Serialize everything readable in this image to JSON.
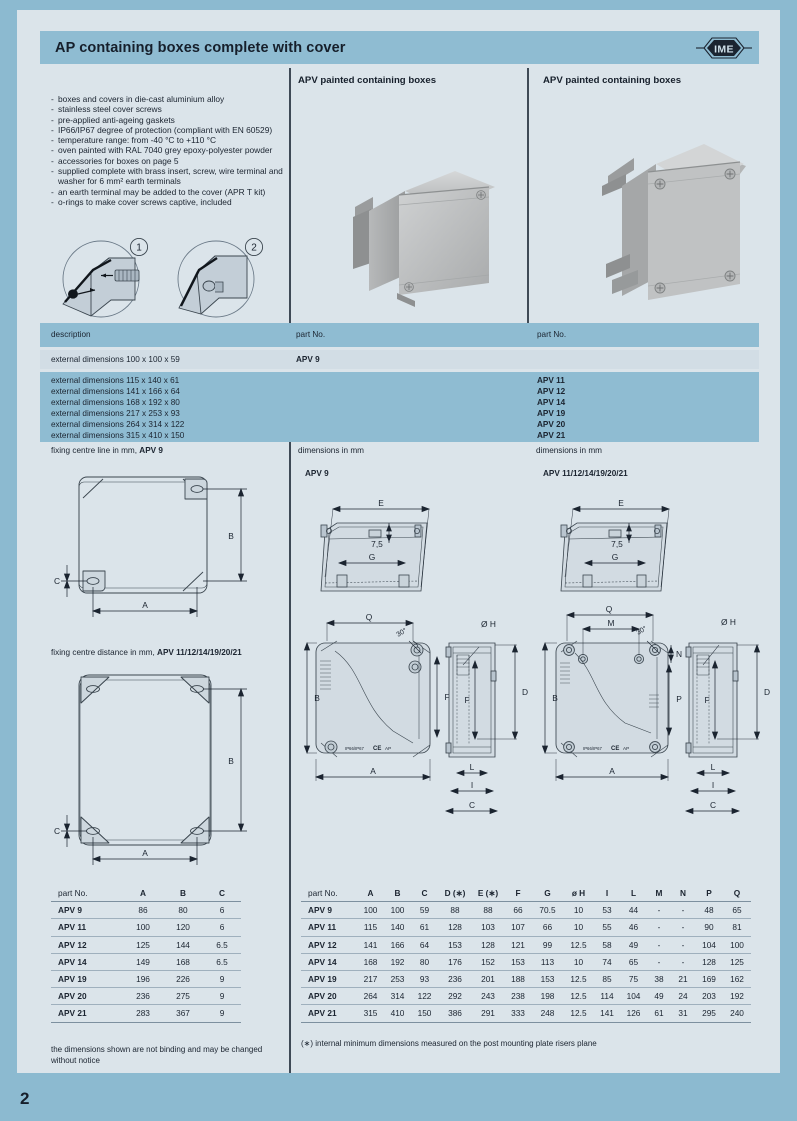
{
  "header": {
    "title": "AP containing boxes complete with cover",
    "logo_text": "IME"
  },
  "specs": [
    {
      "text": "boxes and covers in die-cast aluminium alloy",
      "justify": false
    },
    {
      "text": "stainless steel cover screws",
      "justify": false
    },
    {
      "text": "pre-applied anti-ageing gaskets",
      "justify": false
    },
    {
      "text": "IP66/IP67 degree of protection (compliant with EN 60529)",
      "justify": true
    },
    {
      "text": "temperature range: from -40 °C to +110 °C",
      "justify": false
    },
    {
      "text": "oven painted with RAL 7040 grey epoxy-polyester powder",
      "justify": true
    },
    {
      "text": "accessories for boxes on page 5",
      "justify": false
    },
    {
      "text": "supplied complete with brass insert, screw, wire terminal and washer for 6 mm² earth terminals",
      "justify": false
    },
    {
      "text": "an earth terminal may be added to the cover (APR T kit)",
      "justify": false
    },
    {
      "text": "o-rings to make cover screws captive, included",
      "justify": false
    }
  ],
  "callouts": {
    "one": "1",
    "two": "2"
  },
  "photos": {
    "heading_left": "APV painted containing boxes",
    "heading_right": "APV painted containing boxes"
  },
  "band_table": {
    "header": {
      "description": "description",
      "part_no_1": "part No.",
      "part_no_2": "part No."
    },
    "row_single": {
      "description": "external dimensions 100 x 100 x 59",
      "part_no_1": "APV 9"
    },
    "rows_multi": [
      {
        "description": "external dimensions 115 x 140 x 61",
        "part_no_2": "APV 11"
      },
      {
        "description": "external dimensions 141 x 166 x 64",
        "part_no_2": "APV 12"
      },
      {
        "description": "external dimensions 168 x 192 x 80",
        "part_no_2": "APV 14"
      },
      {
        "description": "external dimensions 217 x 253 x 93",
        "part_no_2": "APV 19"
      },
      {
        "description": "external dimensions 264 x 314 x 122",
        "part_no_2": "APV 20"
      },
      {
        "description": "external dimensions 315 x 410 x 150",
        "part_no_2": "APV 21"
      }
    ]
  },
  "drawing_labels": {
    "fixing_centre_line": "fixing centre line in mm,",
    "fixing_centre_line_part": "APV 9",
    "fixing_centre_distance": "fixing centre distance in mm,",
    "fixing_centre_distance_part": "APV 11/12/14/19/20/21",
    "dim_mm_mid": "dimensions in mm",
    "dim_mm_mid_part": "APV 9",
    "dim_mm_right": "dimensions in mm",
    "dim_mm_right_part": "APV 11/12/14/19/20/21"
  },
  "dimension_markers": {
    "A": "A",
    "B": "B",
    "C": "C",
    "D": "D",
    "E": "E",
    "F": "F",
    "G": "G",
    "H": "Ø H",
    "I": "I",
    "L": "L",
    "M": "M",
    "N": "N",
    "P": "P",
    "Q": "Q",
    "gasket": "7,5",
    "angle": "30°",
    "ip_mark": "IP66/IP67",
    "ce_mark": "CE",
    "ap_mark": "AP"
  },
  "table_left": {
    "columns": [
      "part No.",
      "A",
      "B",
      "C"
    ],
    "rows": [
      [
        "APV 9",
        "86",
        "80",
        "6"
      ],
      [
        "APV 11",
        "100",
        "120",
        "6"
      ],
      [
        "APV 12",
        "125",
        "144",
        "6.5"
      ],
      [
        "APV 14",
        "149",
        "168",
        "6.5"
      ],
      [
        "APV 19",
        "196",
        "226",
        "9"
      ],
      [
        "APV 20",
        "236",
        "275",
        "9"
      ],
      [
        "APV 21",
        "283",
        "367",
        "9"
      ]
    ]
  },
  "table_right": {
    "columns": [
      "part No.",
      "A",
      "B",
      "C",
      "D (∗)",
      "E (∗)",
      "F",
      "G",
      "ø H",
      "I",
      "L",
      "M",
      "N",
      "P",
      "Q"
    ],
    "rows": [
      [
        "APV 9",
        "100",
        "100",
        "59",
        "88",
        "88",
        "66",
        "70.5",
        "10",
        "53",
        "44",
        "-",
        "-",
        "48",
        "65"
      ],
      [
        "APV 11",
        "115",
        "140",
        "61",
        "128",
        "103",
        "107",
        "66",
        "10",
        "55",
        "46",
        "-",
        "-",
        "90",
        "81"
      ],
      [
        "APV 12",
        "141",
        "166",
        "64",
        "153",
        "128",
        "121",
        "99",
        "12.5",
        "58",
        "49",
        "-",
        "-",
        "104",
        "100"
      ],
      [
        "APV 14",
        "168",
        "192",
        "80",
        "176",
        "152",
        "153",
        "113",
        "10",
        "74",
        "65",
        "-",
        "-",
        "128",
        "125"
      ],
      [
        "APV 19",
        "217",
        "253",
        "93",
        "236",
        "201",
        "188",
        "153",
        "12.5",
        "85",
        "75",
        "38",
        "21",
        "169",
        "162"
      ],
      [
        "APV 20",
        "264",
        "314",
        "122",
        "292",
        "243",
        "238",
        "198",
        "12.5",
        "114",
        "104",
        "49",
        "24",
        "203",
        "192"
      ],
      [
        "APV 21",
        "315",
        "410",
        "150",
        "386",
        "291",
        "333",
        "248",
        "12.5",
        "141",
        "126",
        "61",
        "31",
        "295",
        "240"
      ]
    ]
  },
  "notes": {
    "left": "the dimensions shown are not binding and may be changed without notice",
    "right": "(∗) internal minimum dimensions measured on the post mounting plate risers plane"
  },
  "footer": {
    "page_number": "2"
  },
  "colors": {
    "outer": "#8cbad0",
    "page": "#dbe4ea",
    "band_dark": "#8fbcd2",
    "band_light": "#d2dde5",
    "rule": "#3f4a56",
    "text": "#1b2430"
  }
}
